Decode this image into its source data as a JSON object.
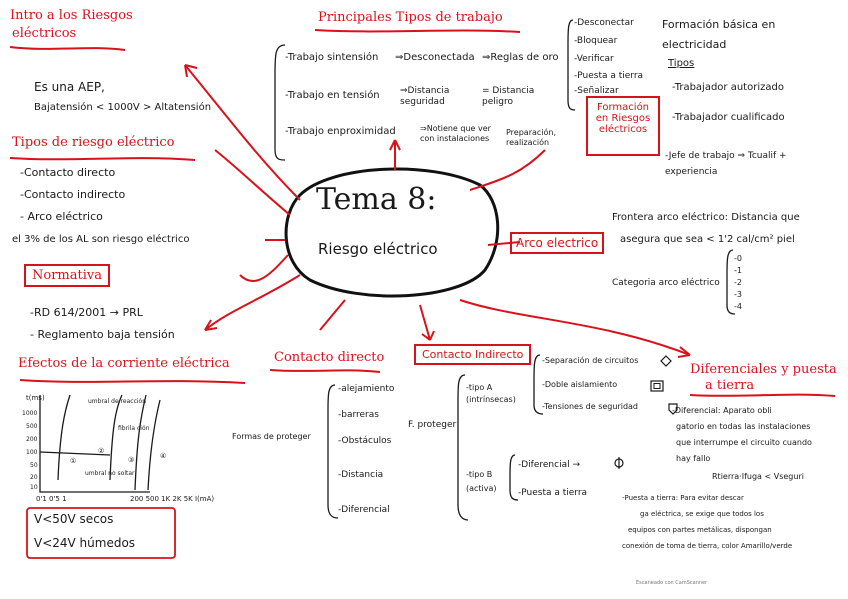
{
  "center": {
    "line1": "Tema 8:",
    "line2": "Riesgo eléctrico"
  },
  "intro": {
    "title_l1": "Intro a los Riesgos",
    "title_l2": "eléctricos",
    "line1": "Es una AEP,",
    "line2": "Bajatensión < 1000V > Altatensión"
  },
  "tipos_riesgo": {
    "title": "Tipos de riesgo eléctrico",
    "items": [
      "-Contacto directo",
      "-Contacto indirecto",
      "- Arco eléctrico"
    ],
    "note": "el 3% de los AL son riesgo eléctrico"
  },
  "normativa": {
    "title": "Normativa",
    "items": [
      "-RD 614/2001 → PRL",
      "- Reglamento baja tensión"
    ]
  },
  "efectos": {
    "title": "Efectos de la corriente eléctrica",
    "y_axis": "t(ms)",
    "y_ticks": [
      "1000",
      "500",
      "200",
      "100",
      "50",
      "20",
      "10"
    ],
    "x_ticks": "0'1 0'5 1",
    "x_ticks_right": "200 500 1K 2K 5K I(mA)",
    "labels": {
      "umbral_reaccion": "umbral de reacción",
      "umbral_no_soltar": "umbral no soltar",
      "fibrilacion": "fibrila ción"
    },
    "zones": [
      "①",
      "②",
      "③",
      "④"
    ],
    "voltages": [
      "V<50V secos",
      "V<24V húmedos"
    ]
  },
  "principales": {
    "title": "Principales Tipos de trabajo",
    "rows": [
      {
        "a": "-Trabajo sintensión",
        "b": "⇒Desconectada",
        "c": "⇒Reglas de oro"
      },
      {
        "a": "-Trabajo en tensión",
        "b": "⇒Distancia seguridad",
        "c": "= Distancia peligro"
      },
      {
        "a": "-Trabajo enproximidad",
        "b": "⇒Notiene que ver con instalaciones",
        "c": "Preparación, realización"
      }
    ]
  },
  "reglas_oro": [
    "-Desconectar",
    "-Bloquear",
    "-Verificar",
    "-Puesta a tierra",
    "-Señalizar"
  ],
  "formacion_info": {
    "l1": "Formación básica en",
    "l2": "electricidad",
    "tipos": "Tipos",
    "items": [
      "-Trabajador autorizado",
      "-Trabajador cualificado",
      "-Jefe de trabajo ⇒ Tcualif + experiencia"
    ]
  },
  "formacion_box": {
    "l1": "Formación",
    "l2": "en Riesgos",
    "l3": "eléctricos"
  },
  "arco": {
    "box": "Arco electrico",
    "desc_l1": "Frontera arco eléctrico: Distancia que",
    "desc_l2": "asegura que sea < 1'2 cal/cm² piel",
    "categoria": "Categoria arco eléctrico",
    "levels": [
      "-0",
      "-1",
      "-2",
      "-3",
      "-4"
    ]
  },
  "contacto_directo": {
    "title": "Contacto directo",
    "label": "Formas de proteger",
    "items": [
      "-alejamiento",
      "-barreras",
      "-Obstáculos",
      "-Distancia",
      "-Diferencial"
    ]
  },
  "contacto_indirecto": {
    "title": "Contacto Indirecto",
    "label": "F. proteger",
    "tipo_a": "-tipo A (intrínsecas)",
    "tipo_a_items": [
      "-Separación de circuitos",
      "-Doble aislamiento",
      "-Tensiones de seguridad"
    ],
    "tipo_b": "-tipo B (activa)",
    "tipo_b_items": [
      "-Diferencial →",
      "-Puesta a tierra"
    ]
  },
  "diferenciales": {
    "title_l1": "Diferenciales y puesta",
    "title_l2": "a tierra",
    "text": [
      "-Diferencial: Aparato obli",
      "gatorio en todas las instalaciones",
      "que interrumpe el circuito cuando",
      "hay fallo",
      "Rtierra·Ifuga < Vseguri",
      "-Puesta a tierra: Para evitar descar",
      "ga eléctrica, se exige que todos los",
      "equipos con partes metálicas, dispongan",
      "conexión de toma de tierra, color Amarillo/verde"
    ]
  },
  "footer": "Escaneado con CamScanner",
  "colors": {
    "accent": "#d8121a",
    "ink": "#1a1a1a",
    "paper": "#ffffff"
  }
}
